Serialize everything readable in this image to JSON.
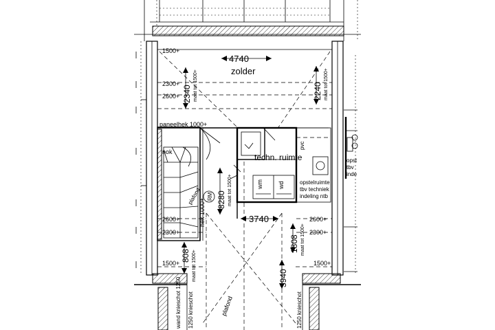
{
  "room_labels": {
    "attic": "zolder",
    "tech_room": "techn. ruimte"
  },
  "dimensions": {
    "width_top": "4740",
    "width_mid": "3740",
    "height_left_top": "2340",
    "height_right_top": "2240",
    "depth_center": "8280",
    "height_left_bottom": "808",
    "height_right_mid": "1808",
    "height_right_bottom": "3940"
  },
  "height_notes": {
    "h1500_top": "1500+",
    "h2300_top": "2300+",
    "h2600_top": "2600+",
    "h2600_bottom": "2600+",
    "h2300_bottom": "2300+",
    "h1500_bottom_left": "1500+",
    "h1500_bottom_right": "1500+",
    "h2600_right": "2600+",
    "h2300_right": "2300+",
    "h1500_right": "1500+",
    "maat_top_left": "maat tot 1500+",
    "maat_top_right": "maat tot 1500+",
    "maat_center": "maat tot 1500+",
    "maat_bottom_left": "maat tot 1500+",
    "maat_bottom_right": "maat tot 1500+"
  },
  "annotations": {
    "panel_railing": "paneelhek 1000+",
    "railing": "hek 1000+",
    "nok": "nok",
    "plafond_stair": "plafond",
    "plafond_center": "plafond",
    "rm": "RM",
    "wm": "wm",
    "wd": "wd",
    "pvc": "pvc",
    "opstel_1": "opstelruimte",
    "opstel_2": "tbv techniek",
    "opstel_3": "indeling ntb",
    "knieschot_left": "1250 knieschot",
    "knieschot_right": "1250 knieschot",
    "knieschot_far_left": "wand knieschot 1250",
    "neighbor_1": "opst",
    "neighbor_2": "tbv",
    "neighbor_3": "inde"
  }
}
